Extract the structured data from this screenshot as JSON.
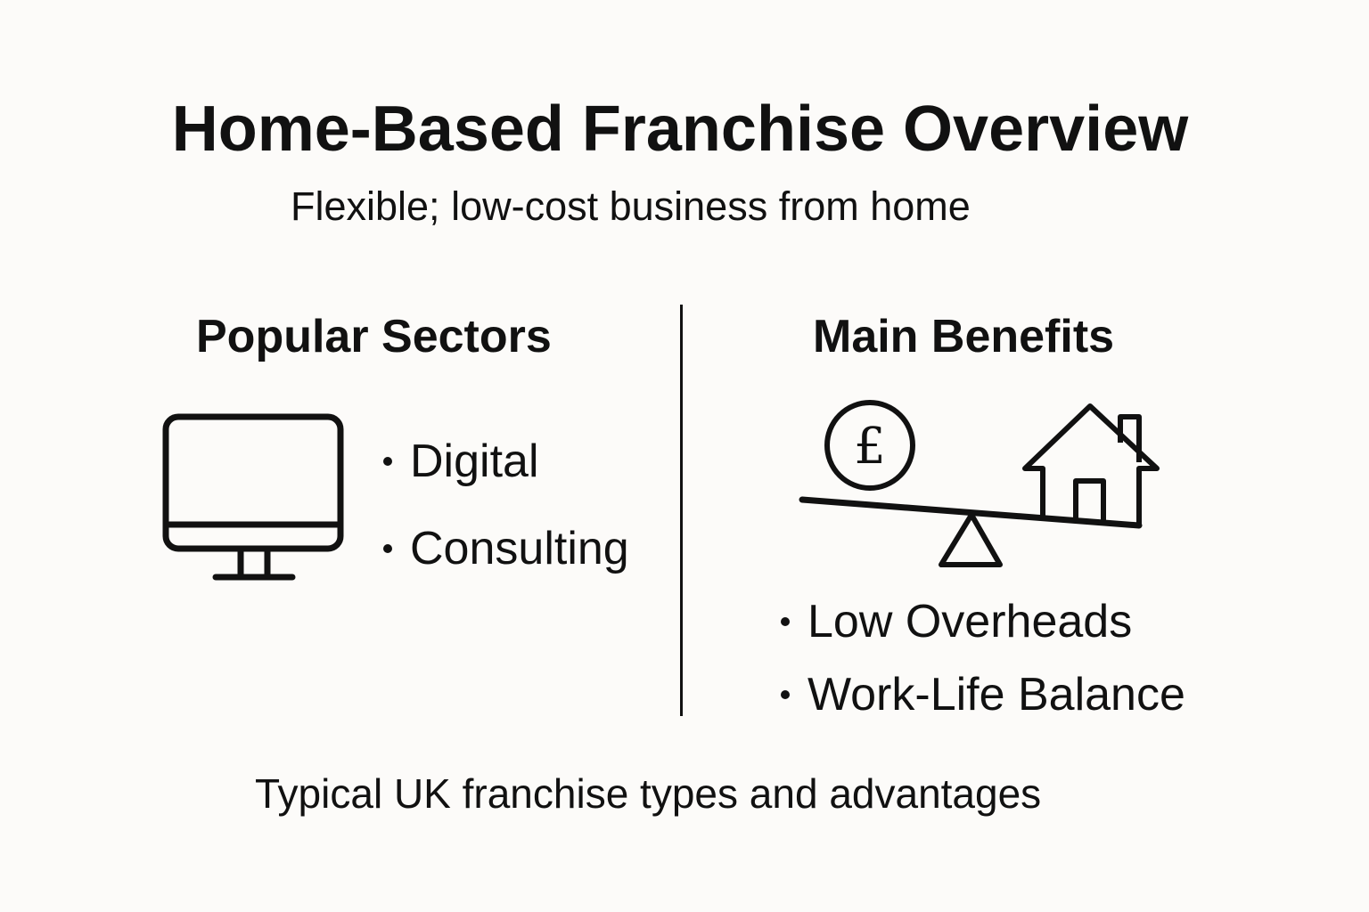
{
  "title": "Home-Based Franchise Overview",
  "subtitle": "Flexible; low-cost business from home",
  "left": {
    "heading": "Popular Sectors",
    "icon": "computer-monitor-icon",
    "items": [
      "Digital",
      "Consulting"
    ]
  },
  "right": {
    "heading": "Main Benefits",
    "icon": "pound-coin-house-balance-scale-icon",
    "items": [
      "Low Overheads",
      "Work-Life Balance"
    ]
  },
  "footer": "Typical UK franchise types and advantages",
  "colors": {
    "background": "#fcfbf9",
    "ink": "#111111"
  }
}
